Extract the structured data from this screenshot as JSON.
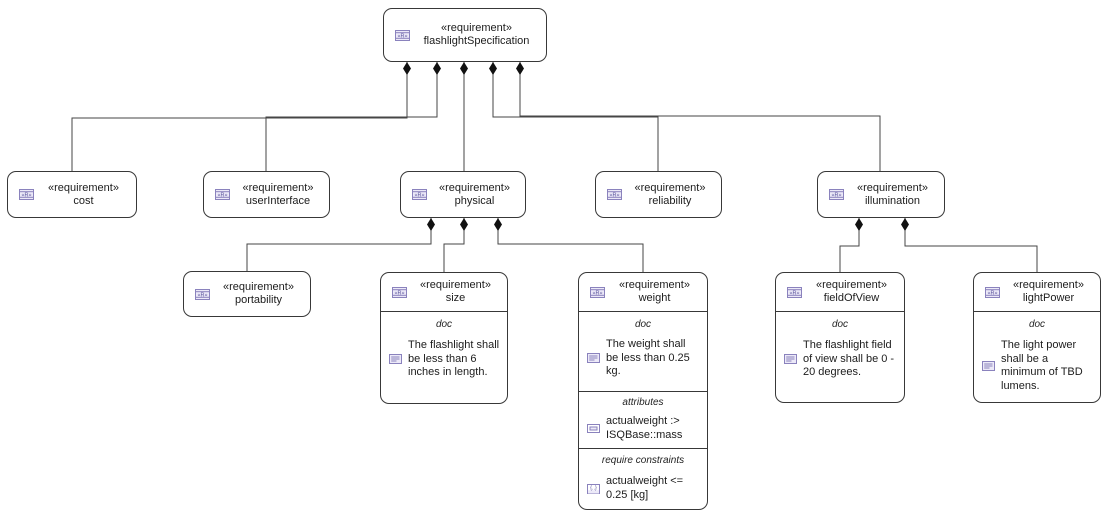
{
  "diagram": {
    "stereotype": "«requirement»",
    "colors": {
      "line": "#464646",
      "node_border": "#383838",
      "diamond_fill": "#111111",
      "icon_border": "#8a82bd",
      "icon_fill": "#ece9f8",
      "icon_glyph": "#57509a"
    },
    "icons": {
      "requirement": "requirement-icon",
      "doc": "doc-icon",
      "attribute": "attribute-icon",
      "constraint": "constraint-icon"
    }
  },
  "nodes": {
    "flashlightSpecification": {
      "stereotype": "«requirement»",
      "name": "flashlightSpecification"
    },
    "cost": {
      "stereotype": "«requirement»",
      "name": "cost"
    },
    "userInterface": {
      "stereotype": "«requirement»",
      "name": "userInterface"
    },
    "physical": {
      "stereotype": "«requirement»",
      "name": "physical"
    },
    "reliability": {
      "stereotype": "«requirement»",
      "name": "reliability"
    },
    "illumination": {
      "stereotype": "«requirement»",
      "name": "illumination"
    },
    "portability": {
      "stereotype": "«requirement»",
      "name": "portability"
    },
    "size": {
      "stereotype": "«requirement»",
      "name": "size",
      "doc_label": "doc",
      "doc_text": "The flashlight shall be less than 6 inches in length."
    },
    "weight": {
      "stereotype": "«requirement»",
      "name": "weight",
      "doc_label": "doc",
      "doc_text": "The weight shall be less than 0.25 kg.",
      "attributes_label": "attributes",
      "attributes_text": "actualweight :> ISQBase::mass",
      "constraints_label": "require constraints",
      "constraints_text": "actualweight <= 0.25 [kg]"
    },
    "fieldOfView": {
      "stereotype": "«requirement»",
      "name": "fieldOfView",
      "doc_label": "doc",
      "doc_text": "The flashlight field of view shall be 0 - 20 degrees."
    },
    "lightPower": {
      "stereotype": "«requirement»",
      "name": "lightPower",
      "doc_label": "doc",
      "doc_text": "The light power shall be a minimum of TBD lumens."
    }
  },
  "edges": [
    {
      "from": "flashlightSpecification",
      "to": "cost",
      "type": "composition"
    },
    {
      "from": "flashlightSpecification",
      "to": "userInterface",
      "type": "composition"
    },
    {
      "from": "flashlightSpecification",
      "to": "physical",
      "type": "composition"
    },
    {
      "from": "flashlightSpecification",
      "to": "reliability",
      "type": "composition"
    },
    {
      "from": "flashlightSpecification",
      "to": "illumination",
      "type": "composition"
    },
    {
      "from": "physical",
      "to": "portability",
      "type": "composition"
    },
    {
      "from": "physical",
      "to": "size",
      "type": "composition"
    },
    {
      "from": "physical",
      "to": "weight",
      "type": "composition"
    },
    {
      "from": "illumination",
      "to": "fieldOfView",
      "type": "composition"
    },
    {
      "from": "illumination",
      "to": "lightPower",
      "type": "composition"
    }
  ]
}
